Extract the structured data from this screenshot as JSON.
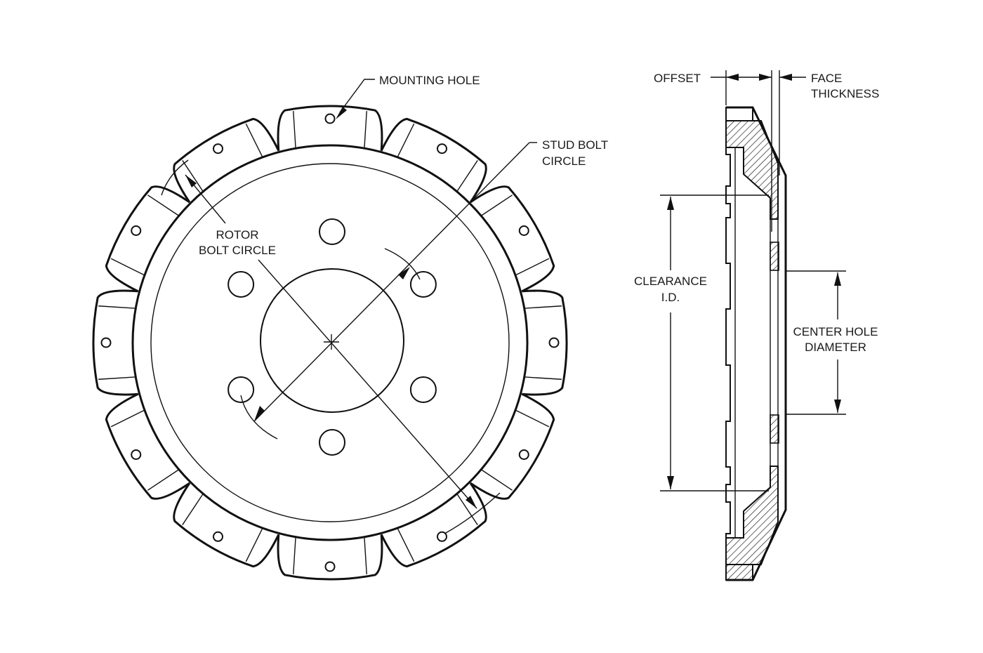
{
  "labels": {
    "mounting_hole": "MOUNTING HOLE",
    "stud_bolt_circle_1": "STUD BOLT",
    "stud_bolt_circle_2": "CIRCLE",
    "rotor_bolt_circle_1": "ROTOR",
    "rotor_bolt_circle_2": "BOLT CIRCLE",
    "offset": "OFFSET",
    "face_thickness_1": "FACE",
    "face_thickness_2": "THICKNESS",
    "clearance_id_1": "CLEARANCE",
    "clearance_id_2": "I.D.",
    "center_hole_diameter_1": "CENTER HOLE",
    "center_hole_diameter_2": "DIAMETER"
  },
  "part": {
    "mounting_hole_count": 12,
    "stud_hole_count": 6
  },
  "colors": {
    "line": "#111111",
    "background": "#ffffff"
  }
}
